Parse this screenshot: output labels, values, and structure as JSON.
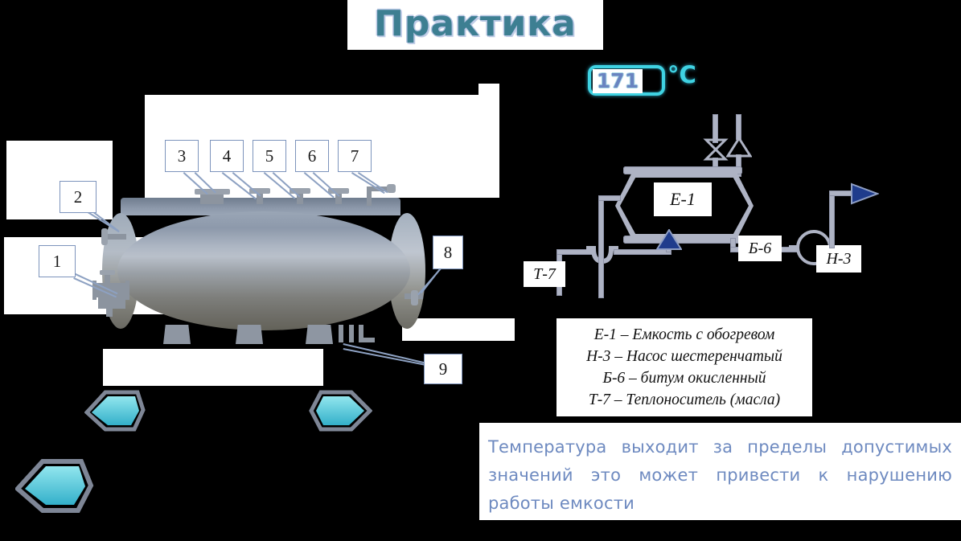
{
  "slide": {
    "title": "Практика",
    "background_color": "#000000",
    "accent_color": "#3fd2e2",
    "text_panel_color": "#ffffff"
  },
  "temperature_indicator": {
    "value": "171",
    "unit": "°C",
    "frame_color": "#3fd2e2",
    "digit_color": "#6a84c0"
  },
  "tank_callouts": [
    {
      "label": "1"
    },
    {
      "label": "2"
    },
    {
      "label": "3"
    },
    {
      "label": "4"
    },
    {
      "label": "5"
    },
    {
      "label": "6"
    },
    {
      "label": "7"
    },
    {
      "label": "8"
    },
    {
      "label": "9"
    }
  ],
  "pid_tags": {
    "vessel": "Е-1",
    "heat_carrier": "Т-7",
    "product": "Б-6",
    "pump": "Н-3"
  },
  "legend": [
    "Е-1 – Емкость с обогревом",
    "Н-3 – Насос шестеренчатый",
    "Б-6 – битум окисленный",
    "Т-7 – Теплоноситель (масла)"
  ],
  "warning": {
    "text": "Температура выходит за пределы допустимых значений это может привести к нарушению работы емкости",
    "color": "#6e8ac0"
  },
  "decor": {
    "fill_top": "#8fe3ec",
    "fill_bottom": "#36b3cc",
    "outline": "#7e8696"
  }
}
